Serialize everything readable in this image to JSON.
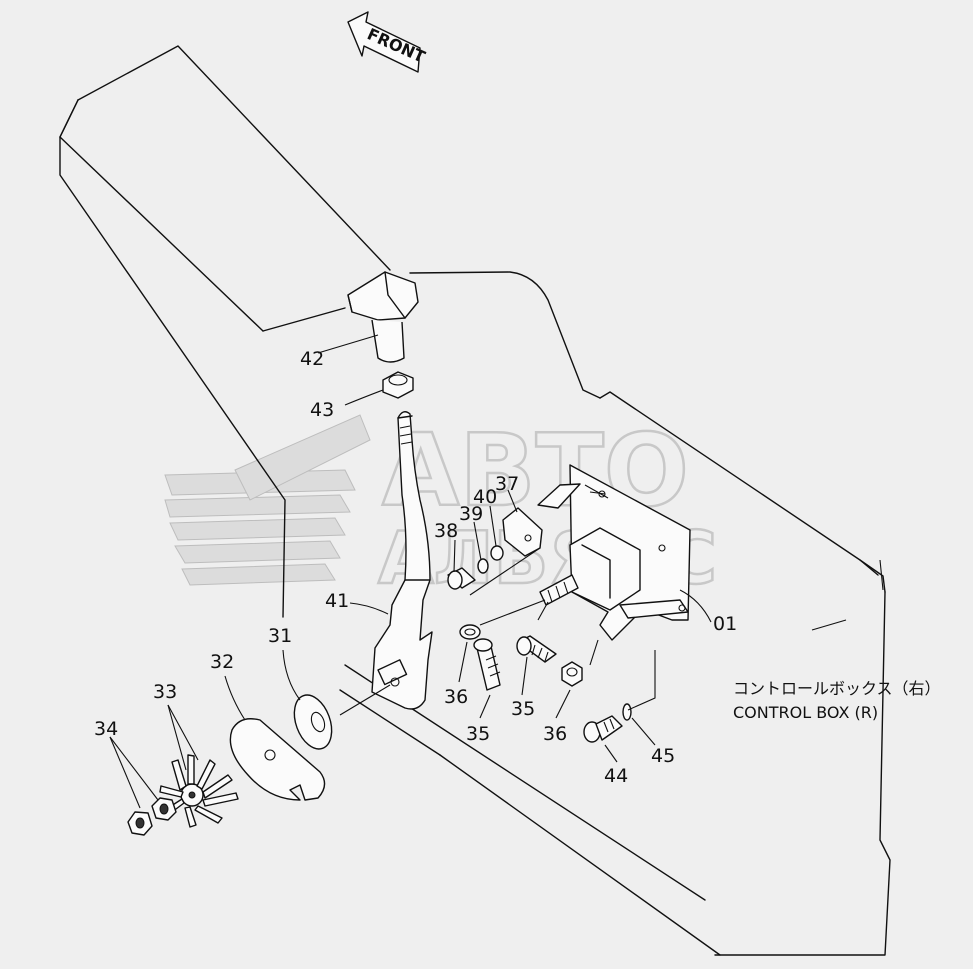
{
  "front_arrow": {
    "label": "FRONT"
  },
  "caption": {
    "line1": "コントロールボックス（右）",
    "line2": "CONTROL BOX (R)"
  },
  "watermark": {
    "line1": "АВТО",
    "line2": "АЛЬЯНС"
  },
  "part_labels": {
    "p42": "42",
    "p43": "43",
    "p37": "37",
    "p40": "40",
    "p39": "39",
    "p38": "38",
    "p41": "41",
    "p31": "31",
    "p32": "32",
    "p33": "33",
    "p34": "34",
    "p36a": "36",
    "p35a": "35",
    "p35b": "35",
    "p36b": "36",
    "p01": "01",
    "p44": "44",
    "p45": "45"
  }
}
